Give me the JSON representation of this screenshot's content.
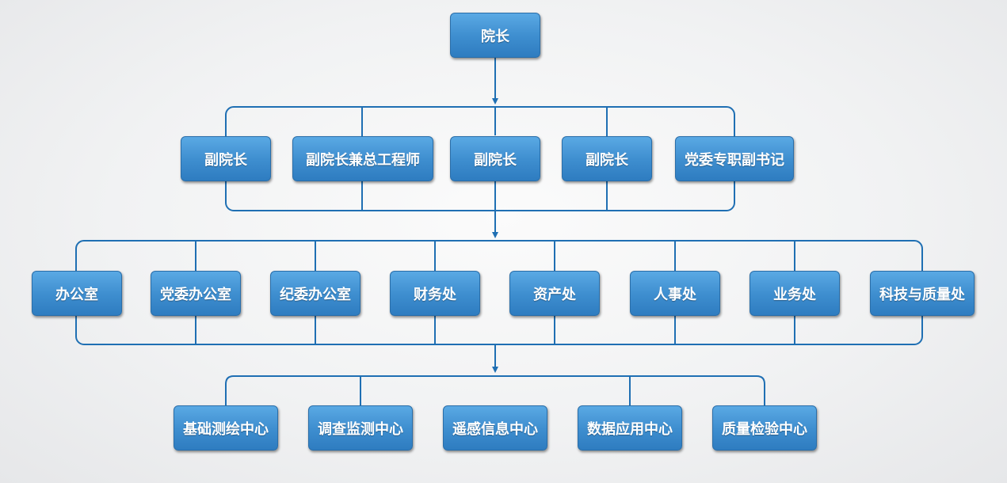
{
  "colors": {
    "node_fill": "#3f8fd0",
    "line": "#1f6fb3",
    "text": "#ffffff"
  },
  "root": {
    "label": "院长"
  },
  "deputies": [
    {
      "label": "副院长"
    },
    {
      "label": "副院长兼总工程师"
    },
    {
      "label": "副院长"
    },
    {
      "label": "副院长"
    },
    {
      "label": "党委专职副书记"
    }
  ],
  "departments": [
    {
      "label": "办公室"
    },
    {
      "label": "党委办公室"
    },
    {
      "label": "纪委办公室"
    },
    {
      "label": "财务处"
    },
    {
      "label": "资产处"
    },
    {
      "label": "人事处"
    },
    {
      "label": "业务处"
    },
    {
      "label": "科技与质量处"
    }
  ],
  "centers": [
    {
      "label": "基础测绘中心"
    },
    {
      "label": "调查监测中心"
    },
    {
      "label": "遥感信息中心"
    },
    {
      "label": "数据应用中心"
    },
    {
      "label": "质量检验中心"
    }
  ]
}
